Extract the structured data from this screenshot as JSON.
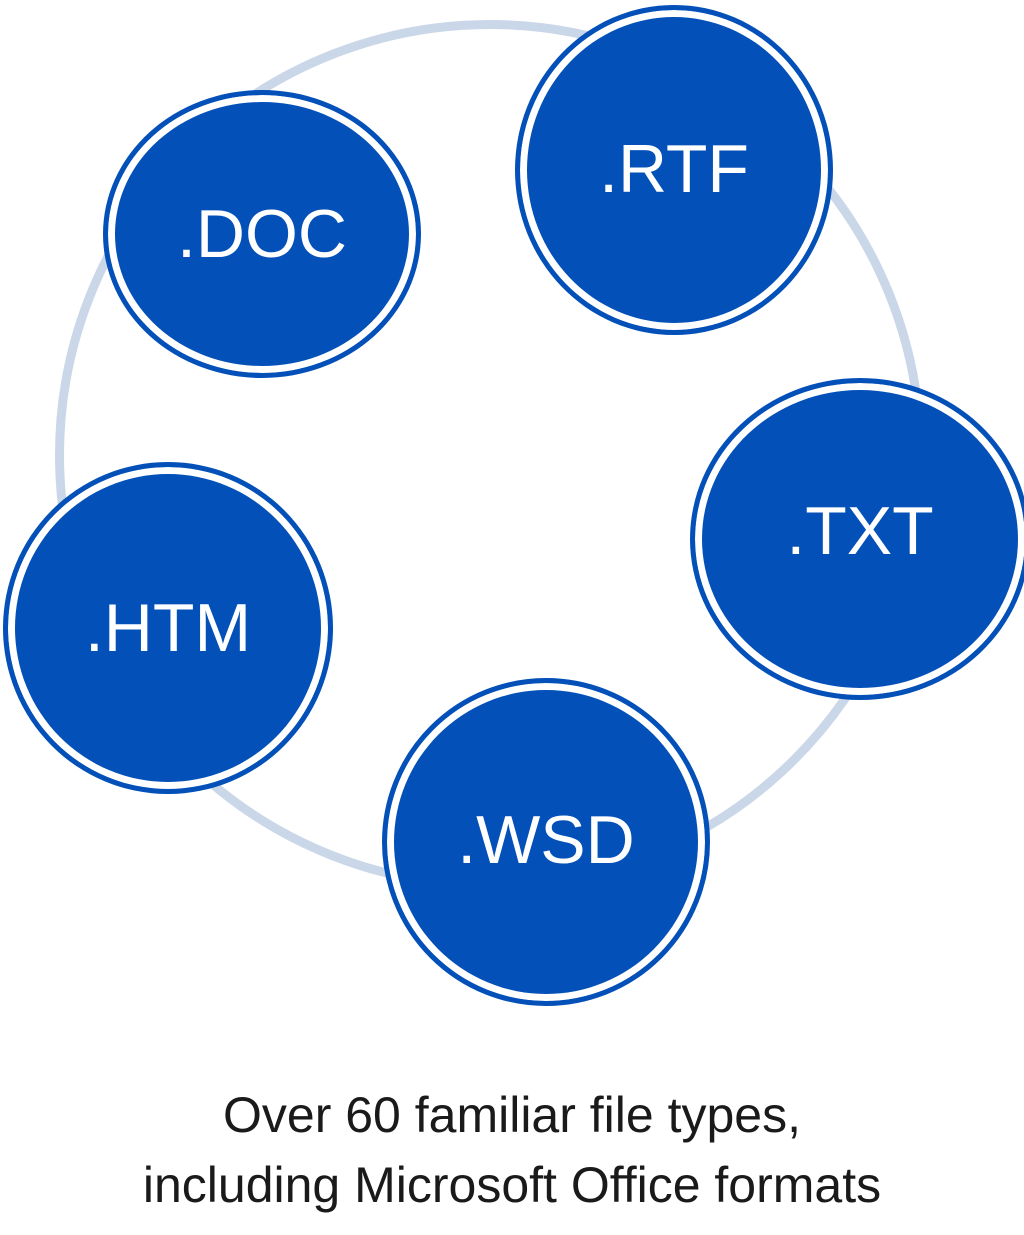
{
  "diagram": {
    "formats": [
      {
        "id": "doc",
        "label": ".DOC"
      },
      {
        "id": "rtf",
        "label": ".RTF"
      },
      {
        "id": "txt",
        "label": ".TXT"
      },
      {
        "id": "wsd",
        "label": ".WSD"
      },
      {
        "id": "htm",
        "label": ".HTM"
      }
    ],
    "colors": {
      "badge_fill": "#0350b8",
      "badge_ring": "#ffffff",
      "connector_ring": "#cad7e9",
      "caption_text": "#1a1a1a"
    }
  },
  "caption": {
    "line1": "Over 60 familiar file types,",
    "line2": "including Microsoft Office formats"
  }
}
